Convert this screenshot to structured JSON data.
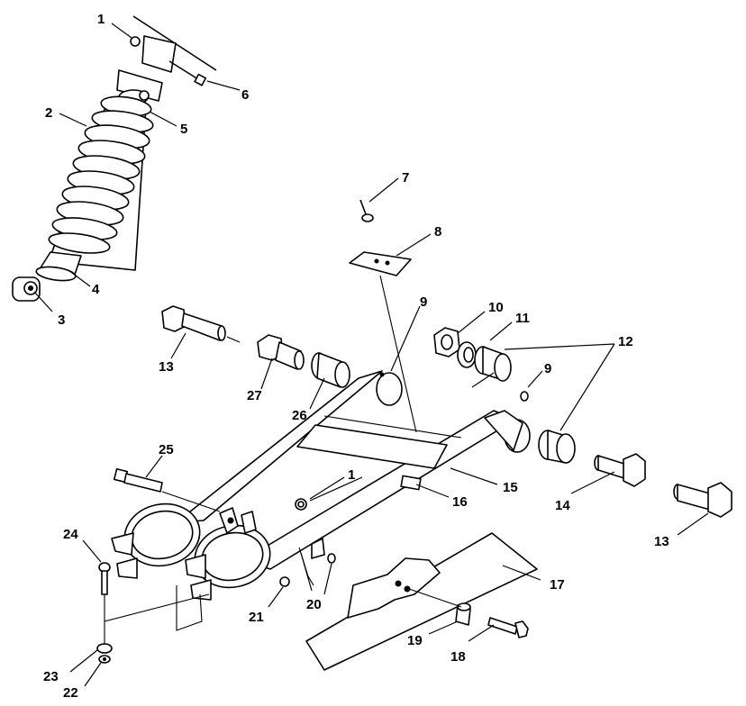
{
  "callouts": [
    {
      "id": "c1a",
      "label": "1"
    },
    {
      "id": "c2",
      "label": "2"
    },
    {
      "id": "c3",
      "label": "3"
    },
    {
      "id": "c4",
      "label": "4"
    },
    {
      "id": "c5",
      "label": "5"
    },
    {
      "id": "c6",
      "label": "6"
    },
    {
      "id": "c7",
      "label": "7"
    },
    {
      "id": "c8",
      "label": "8"
    },
    {
      "id": "c9a",
      "label": "9"
    },
    {
      "id": "c9b",
      "label": "9"
    },
    {
      "id": "c10",
      "label": "10"
    },
    {
      "id": "c11",
      "label": "11"
    },
    {
      "id": "c12",
      "label": "12"
    },
    {
      "id": "c13a",
      "label": "13"
    },
    {
      "id": "c13b",
      "label": "13"
    },
    {
      "id": "c14",
      "label": "14"
    },
    {
      "id": "c15",
      "label": "15"
    },
    {
      "id": "c16",
      "label": "16"
    },
    {
      "id": "c17",
      "label": "17"
    },
    {
      "id": "c18",
      "label": "18"
    },
    {
      "id": "c19",
      "label": "19"
    },
    {
      "id": "c20",
      "label": "20"
    },
    {
      "id": "c21",
      "label": "21"
    },
    {
      "id": "c22",
      "label": "22"
    },
    {
      "id": "c23",
      "label": "23"
    },
    {
      "id": "c24",
      "label": "24"
    },
    {
      "id": "c25",
      "label": "25"
    },
    {
      "id": "c26",
      "label": "26"
    },
    {
      "id": "c27",
      "label": "27"
    },
    {
      "id": "c1b",
      "label": "1"
    }
  ]
}
